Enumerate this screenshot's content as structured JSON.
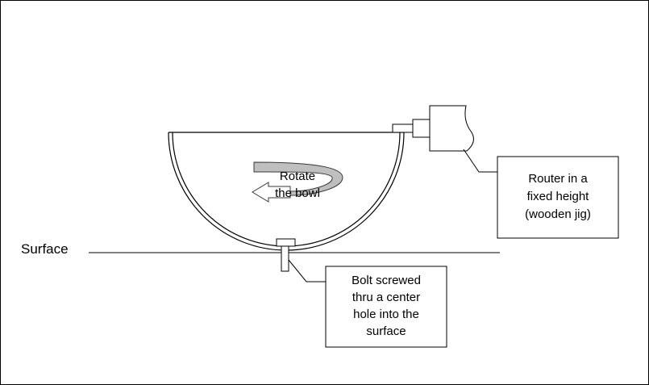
{
  "diagram": {
    "surface_label": "Surface",
    "rotate_label_line1": "Rotate",
    "rotate_label_line2": "the bowl",
    "router_callout": [
      "Router in a",
      "fixed height",
      "(wooden jig)"
    ],
    "bolt_callout": [
      "Bolt screwed",
      "thru a center",
      "hole into the",
      "surface"
    ]
  },
  "colors": {
    "stroke": "#000000",
    "arrow_fill": "#bfbfbf",
    "background": "#ffffff"
  }
}
